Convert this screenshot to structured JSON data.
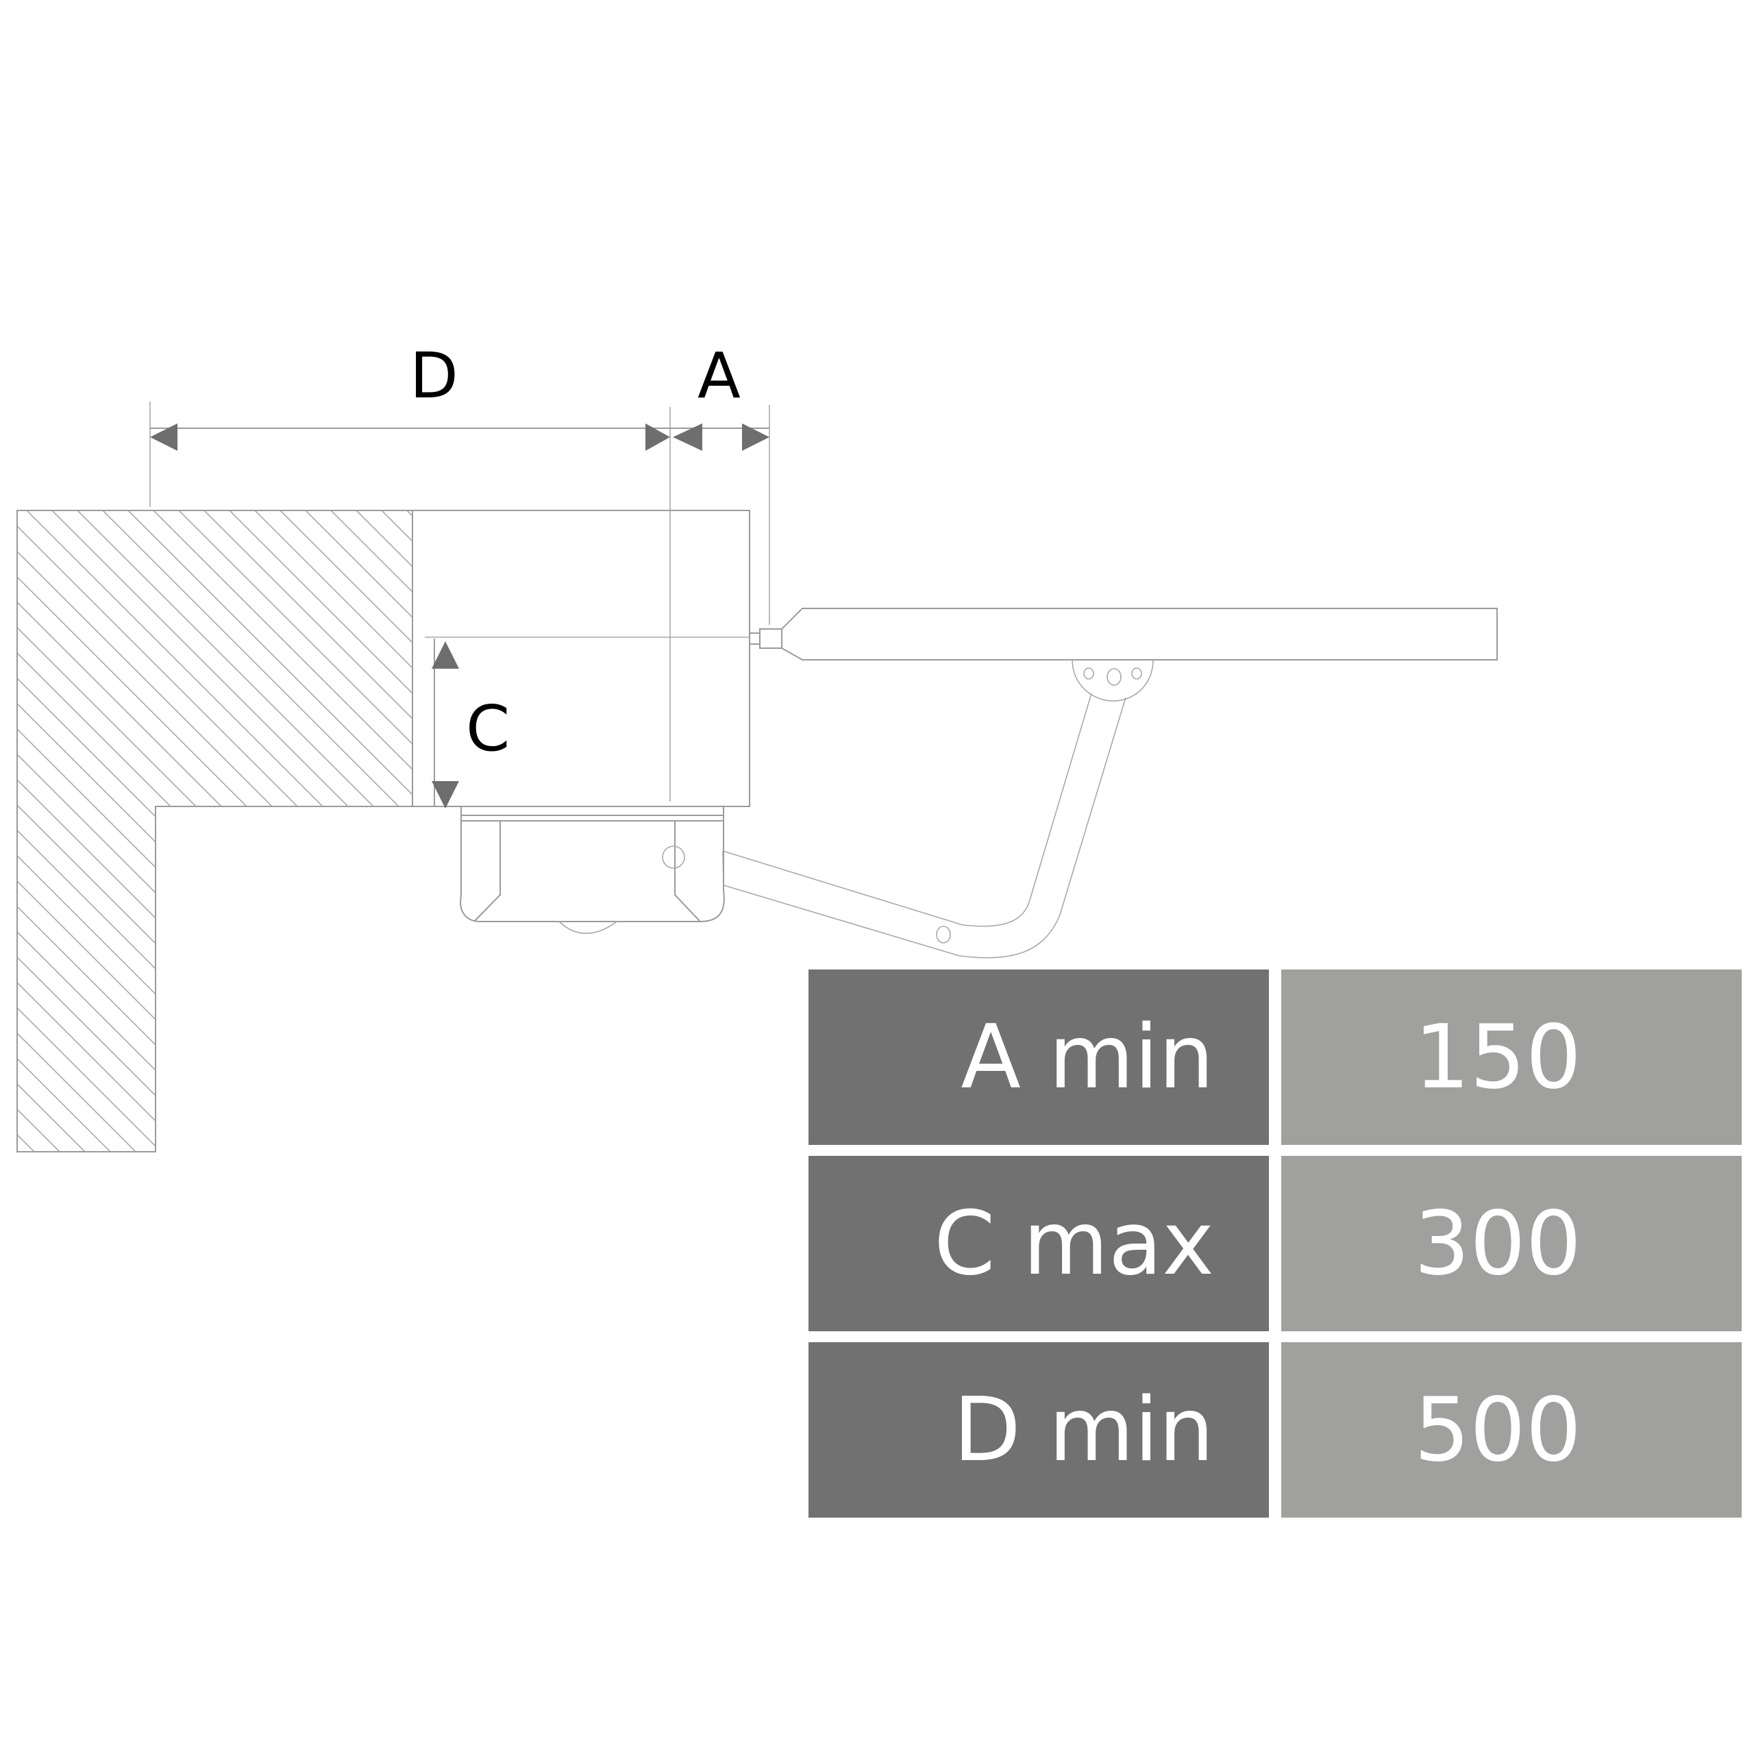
{
  "dimensions": {
    "d_label": "D",
    "a_label": "A",
    "c_label": "C"
  },
  "colors": {
    "line": "#9a9a9a",
    "arrow": "#6e6e6e",
    "label_cell": "#717171",
    "value_cell": "#a0a09e",
    "table_text": "#ffffff"
  },
  "spec_table": {
    "rows": [
      {
        "label": "A min",
        "value": "150"
      },
      {
        "label": "C max",
        "value": "300"
      },
      {
        "label": "D min",
        "value": "500"
      }
    ]
  }
}
